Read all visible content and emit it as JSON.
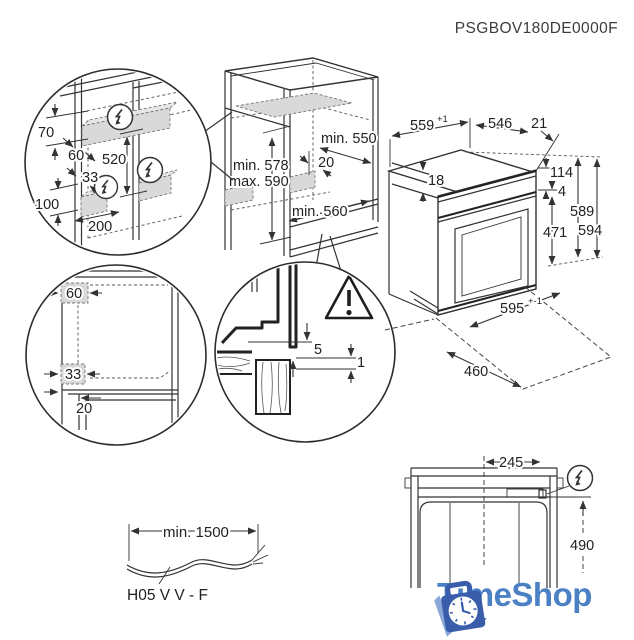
{
  "title": "PSGBOV180DE0000F",
  "side_detail": {
    "h70": "70",
    "w60": "60",
    "h520": "520",
    "w33": "33",
    "h100": "100",
    "w200": "200"
  },
  "front_detail": {
    "w60": "60",
    "w33": "33",
    "w20": "20"
  },
  "section_detail": {
    "g5": "5",
    "g1": "1"
  },
  "cabinet": {
    "height_min": "min. 578",
    "height_max": "max. 590",
    "depth_min": "min. 550",
    "off20": "20",
    "width_min": "min. 560"
  },
  "oven": {
    "w559": "559",
    "w559_tol": "+1",
    "d546": "546",
    "g21": "21",
    "g18": "18",
    "h114": "114",
    "g4": "4",
    "h471": "471",
    "h589": "589",
    "h594": "594",
    "w595": "595",
    "w595_tol": "+-1",
    "d460": "460"
  },
  "rear": {
    "off245": "245",
    "h490": "490"
  },
  "cable": {
    "len": "min. 1500",
    "type": "H05 V V - F"
  },
  "logo": {
    "brand": "TimeShop"
  },
  "colors": {
    "line": "#333333",
    "shade": "#d9d9d9",
    "brand_blue": "#4b80c4",
    "bag_blue": "#3a5dab"
  }
}
